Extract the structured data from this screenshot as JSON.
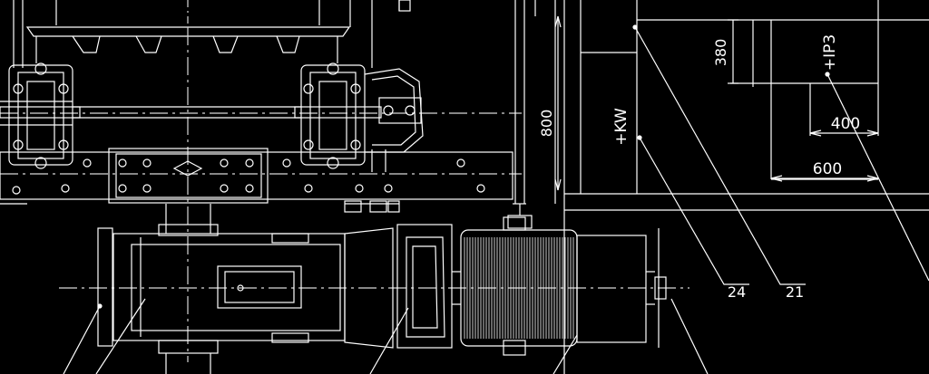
{
  "colors": {
    "background": "#000000",
    "line": "#ffffff",
    "centerline": "#d8d8d8"
  },
  "dimensions": {
    "d380": "380",
    "d800": "800",
    "d400": "400",
    "d600": "600"
  },
  "tags": {
    "kw": "+KW",
    "ip3": "+IP3"
  },
  "callouts": {
    "c24": "24",
    "c21": "21"
  }
}
